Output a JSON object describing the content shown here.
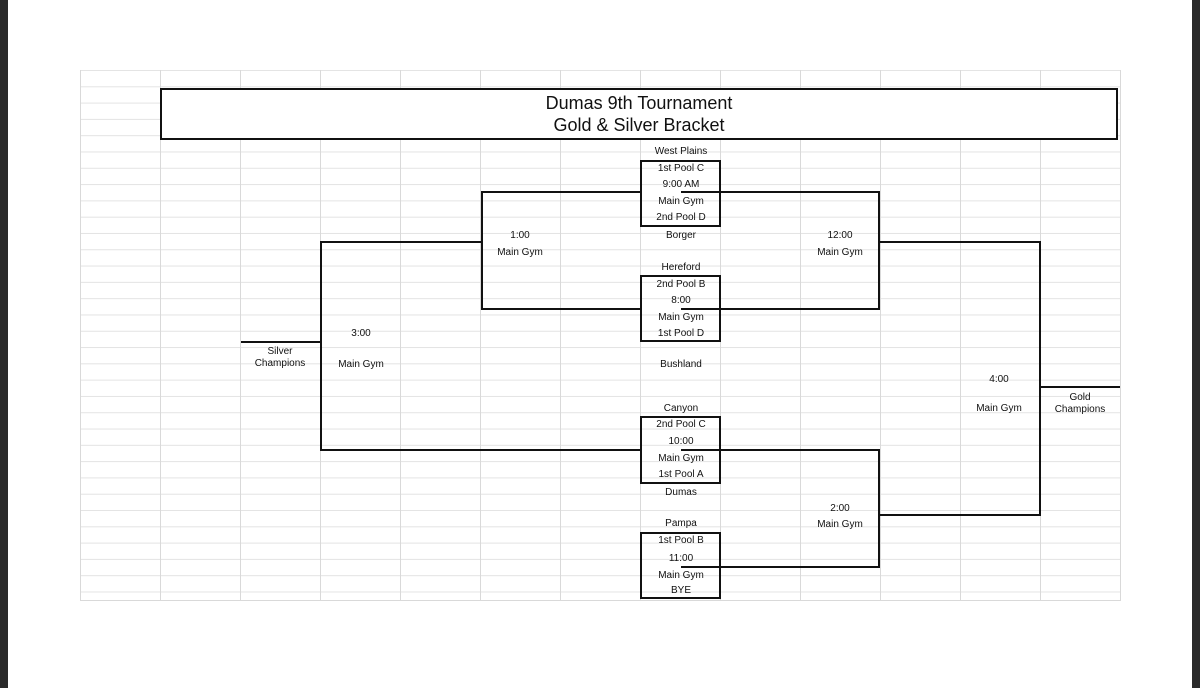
{
  "title": {
    "line1": "Dumas 9th Tournament",
    "line2": "Gold & Silver Bracket"
  },
  "games": {
    "g900": {
      "top_team": "West Plains",
      "seed1": "1st Pool C",
      "time": "9:00 AM",
      "venue": "Main Gym",
      "seed2": "2nd Pool D",
      "bottom_team": "Borger"
    },
    "g800": {
      "top_team": "Hereford",
      "seed1": "2nd Pool B",
      "time": "8:00",
      "venue": "Main Gym",
      "seed2": "1st Pool D",
      "bottom_team": "Bushland"
    },
    "g1000": {
      "top_team": "Canyon",
      "seed1": "2nd Pool C",
      "time": "10:00",
      "venue": "Main Gym",
      "seed2": "1st Pool A",
      "bottom_team": "Dumas"
    },
    "g1100": {
      "top_team": "Pampa",
      "seed1": "1st Pool B",
      "time": "11:00",
      "venue": "Main Gym",
      "seed2": "BYE"
    }
  },
  "silver": {
    "semi": {
      "time": "1:00",
      "venue": "Main Gym"
    },
    "final": {
      "time": "3:00",
      "venue": "Main Gym"
    },
    "champion_label": "Silver Champions"
  },
  "gold": {
    "semi_top": {
      "time": "12:00",
      "venue": "Main Gym"
    },
    "semi_bottom": {
      "time": "2:00",
      "venue": "Main Gym"
    },
    "final": {
      "time": "4:00",
      "venue": "Main Gym"
    },
    "champion_label": "Gold Champions"
  }
}
